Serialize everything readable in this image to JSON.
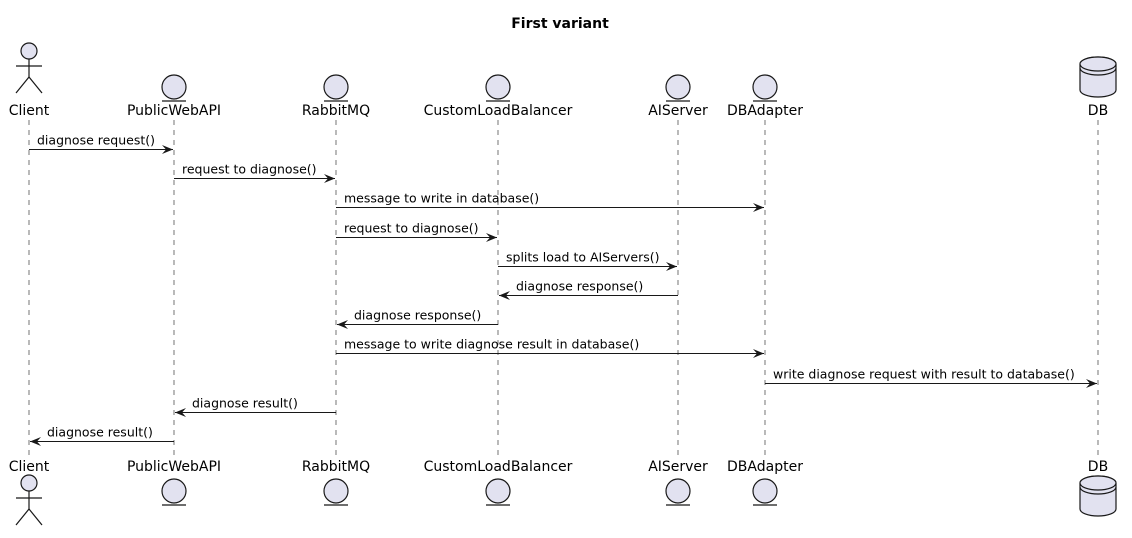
{
  "title": "First variant",
  "participants": [
    {
      "id": "client",
      "name": "Client",
      "kind": "actor"
    },
    {
      "id": "publicwebapi",
      "name": "PublicWebAPI",
      "kind": "entity"
    },
    {
      "id": "rabbitmq",
      "name": "RabbitMQ",
      "kind": "entity"
    },
    {
      "id": "customloadbalancer",
      "name": "CustomLoadBalancer",
      "kind": "entity"
    },
    {
      "id": "aiserver",
      "name": "AIServer",
      "kind": "entity"
    },
    {
      "id": "dbadapter",
      "name": "DBAdapter",
      "kind": "entity"
    },
    {
      "id": "db",
      "name": "DB",
      "kind": "database"
    }
  ],
  "messages": [
    {
      "from": "client",
      "to": "publicwebapi",
      "label": "diagnose request()"
    },
    {
      "from": "publicwebapi",
      "to": "rabbitmq",
      "label": "request to diagnose()"
    },
    {
      "from": "rabbitmq",
      "to": "dbadapter",
      "label": "message to write in database()"
    },
    {
      "from": "rabbitmq",
      "to": "customloadbalancer",
      "label": "request to diagnose()"
    },
    {
      "from": "customloadbalancer",
      "to": "aiserver",
      "label": "splits load to AIServers()"
    },
    {
      "from": "aiserver",
      "to": "customloadbalancer",
      "label": "diagnose response()"
    },
    {
      "from": "customloadbalancer",
      "to": "rabbitmq",
      "label": "diagnose response()"
    },
    {
      "from": "rabbitmq",
      "to": "dbadapter",
      "label": "message to write diagnose result in database()"
    },
    {
      "from": "dbadapter",
      "to": "db",
      "label": "write diagnose request with result to database()"
    },
    {
      "from": "rabbitmq",
      "to": "publicwebapi",
      "label": "diagnose result()"
    },
    {
      "from": "publicwebapi",
      "to": "client",
      "label": "diagnose result()"
    }
  ],
  "colors": {
    "participant_fill": "#E2E2F0",
    "stroke": "#181818"
  }
}
